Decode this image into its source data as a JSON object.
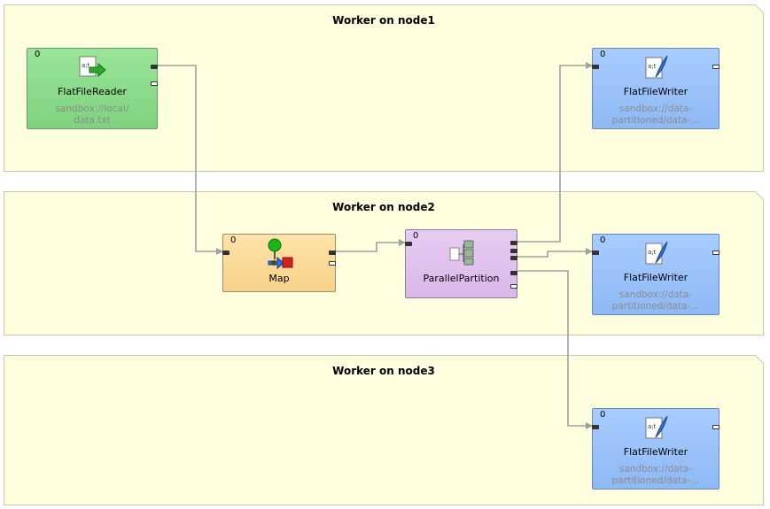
{
  "phases": [
    {
      "title": "Worker on node1"
    },
    {
      "title": "Worker on node2"
    },
    {
      "title": "Worker on node3"
    }
  ],
  "nodes": {
    "reader": {
      "phase": "0",
      "label": "FlatFileReader",
      "sub1": "sandbox://local/",
      "sub2": "data.txt",
      "color": "#8fdc8f"
    },
    "writer1": {
      "phase": "0",
      "label": "FlatFileWriter",
      "sub1": "sandbox://data-",
      "sub2": "partitioned/data-...",
      "color": "#9ec6fb"
    },
    "map": {
      "phase": "0",
      "label": "Map",
      "color": "#fbdc9a"
    },
    "partition": {
      "phase": "0",
      "label": "ParallelPartition",
      "color": "#e0c2ee"
    },
    "writer2": {
      "phase": "0",
      "label": "FlatFileWriter",
      "sub1": "sandbox://data-",
      "sub2": "partitioned/data-...",
      "color": "#9ec6fb"
    },
    "writer3": {
      "phase": "0",
      "label": "FlatFileWriter",
      "sub1": "sandbox://data-",
      "sub2": "partitioned/data-...",
      "color": "#9ec6fb"
    }
  },
  "edges": [
    {
      "from": "reader",
      "to": "map"
    },
    {
      "from": "map",
      "to": "partition"
    },
    {
      "from": "partition",
      "to": "writer1"
    },
    {
      "from": "partition",
      "to": "writer2"
    },
    {
      "from": "partition",
      "to": "writer3"
    }
  ],
  "icons": {
    "reader": "file-reader-icon",
    "writer": "file-writer-icon",
    "map": "map-icon",
    "partition": "partition-icon"
  },
  "colors": {
    "phase_background": "#ffffe0",
    "edge": "#a0a0a0"
  }
}
